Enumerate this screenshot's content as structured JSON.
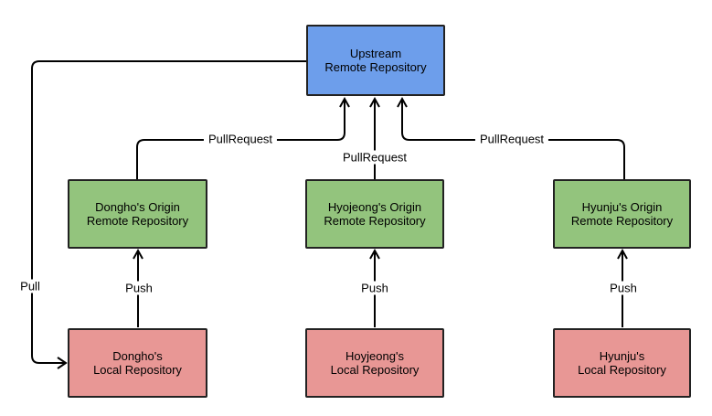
{
  "colors": {
    "canvas": "#FFFFFF",
    "upstream_fill": "#6D9EEB",
    "origin_fill": "#93C47D",
    "local_fill": "#E89795",
    "box_border": "#222222",
    "line": "#000000"
  },
  "nodes": {
    "upstream": {
      "label": "Upstream\nRemote Repository"
    },
    "origin_dongho": {
      "label": "Dongho's Origin\nRemote Repository"
    },
    "origin_hyojeong": {
      "label": "Hyojeong's Origin\nRemote Repository"
    },
    "origin_hyunju": {
      "label": "Hyunju's Origin\nRemote Repository"
    },
    "local_dongho": {
      "label": "Dongho's\nLocal Repository"
    },
    "local_hoyjeong": {
      "label": "Hoyjeong's\nLocal Repository"
    },
    "local_hyunju": {
      "label": "Hyunju's\nLocal Repository"
    }
  },
  "edge_labels": {
    "pull": "Pull",
    "pullrequest_dongho": "PullRequest",
    "pullrequest_hyojeong": "PullRequest",
    "pullrequest_hyunju": "PullRequest",
    "push_dongho": "Push",
    "push_hoyjeong": "Push",
    "push_hyunju": "Push"
  }
}
